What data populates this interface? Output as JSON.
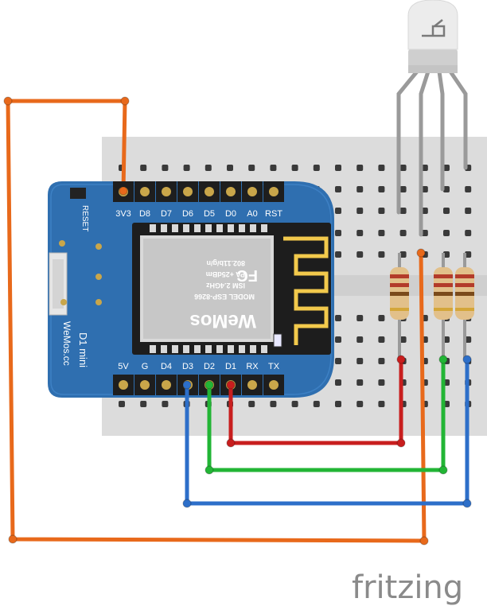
{
  "board": {
    "top_pins": [
      "3V3",
      "D8",
      "D7",
      "D6",
      "D5",
      "D0",
      "A0",
      "RST"
    ],
    "bottom_pins": [
      "5V",
      "G",
      "D4",
      "D3",
      "D2",
      "D1",
      "RX",
      "TX"
    ],
    "reset_label": "RESET",
    "name": "D1 mini",
    "site": "WeMos.cc",
    "brand": "WeMos",
    "chip": {
      "model": "MODEL ESP-8266",
      "freq": "ISM 2.4GHz",
      "power": "PA +25dBm",
      "standard": "802.11b/g/n",
      "cert": "FC"
    }
  },
  "colors": {
    "board": "#2f6fb0",
    "breadboard": "#dcdcdc",
    "wire_orange": "#e8691b",
    "wire_red": "#c81e1e",
    "wire_green": "#22b535",
    "wire_blue": "#2d6fc9",
    "led_lead": "#9a9a9a"
  },
  "logo": "fritzing"
}
